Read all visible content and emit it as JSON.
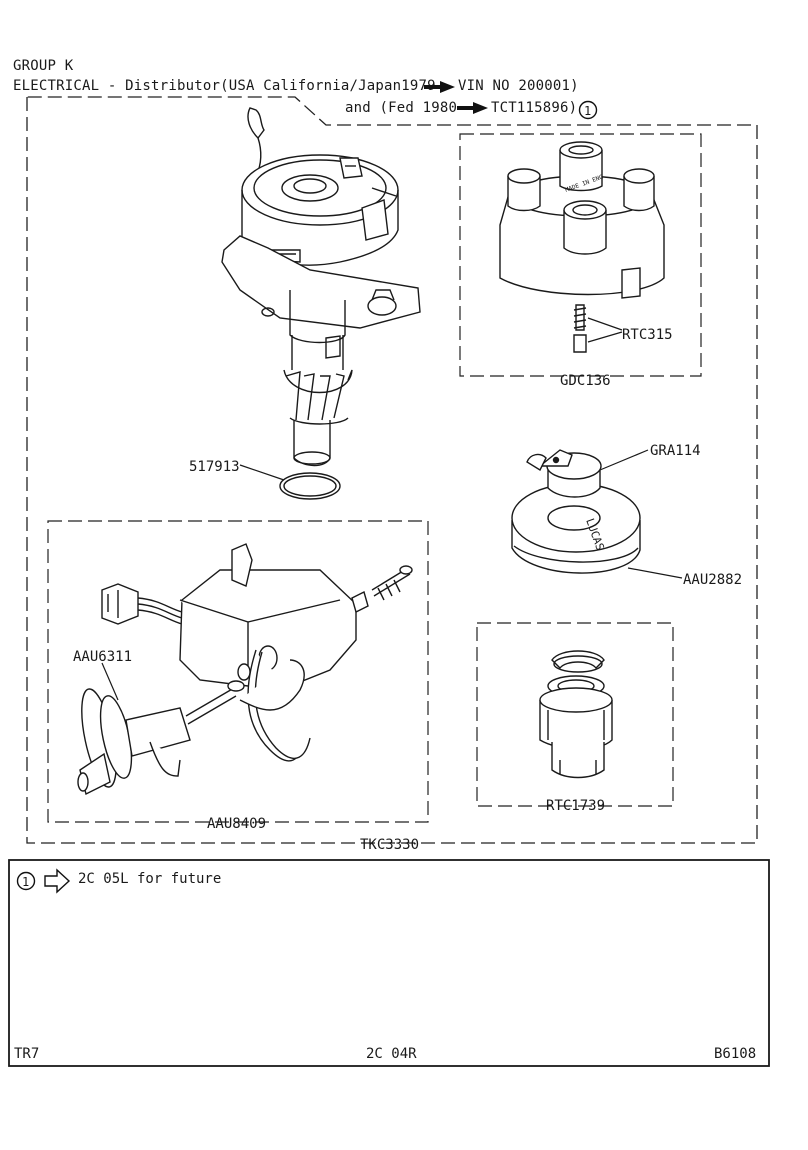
{
  "header": {
    "group": "GROUP K",
    "title_line1": "ELECTRICAL - Distributor(USA California/Japan1979",
    "title_line1_suffix": "VIN NO 200001)",
    "title_line2_prefix": "and (Fed 1980",
    "title_line2_suffix": "TCT115896)"
  },
  "callout_numeral": "1",
  "parts": {
    "p1": "RTC315",
    "p2": "GDC136",
    "p3": "GRA114",
    "p4": "517913",
    "p5": "AAU2882",
    "p6": "AAU6311",
    "p7": "RTC1739",
    "p8": "AAU8409",
    "p9": "TKC3330"
  },
  "rotor_marking": "LUCAS",
  "cap_marking": "MADE IN ENG",
  "notes": {
    "text": "2C 05L for future"
  },
  "footer": {
    "model": "TR7",
    "page": "2C 04R",
    "code": "B6108"
  }
}
